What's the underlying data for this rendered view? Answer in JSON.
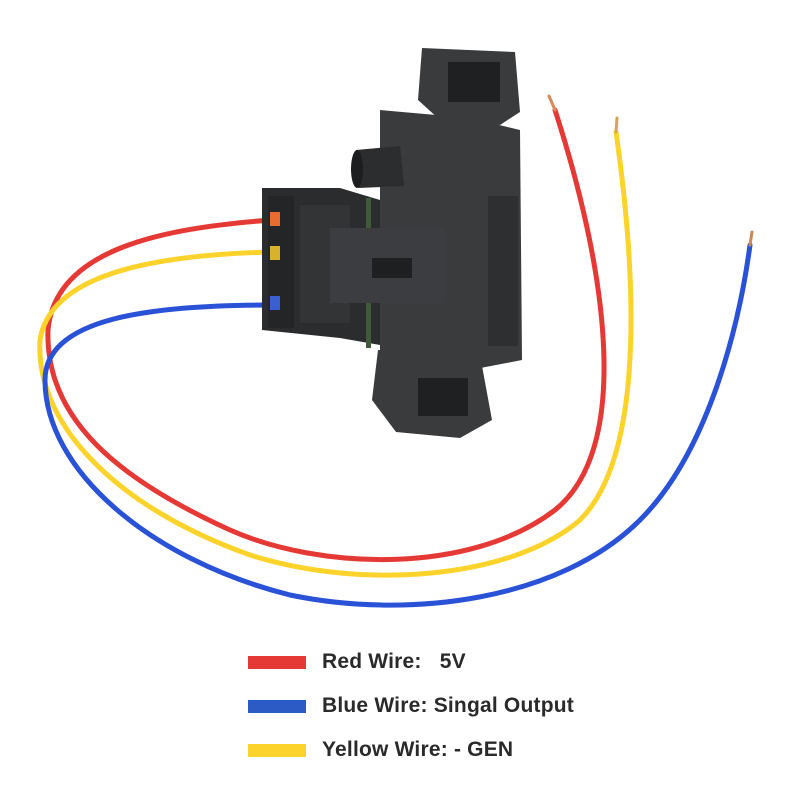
{
  "product": {
    "icon": "map-sensor-connector-pigtail",
    "connector_body_color": "#3a3b3d"
  },
  "wires": [
    {
      "id": "red",
      "color": "#e53935"
    },
    {
      "id": "yellow",
      "color": "#fbd32b"
    },
    {
      "id": "blue",
      "color": "#2a52d6"
    }
  ],
  "legend": {
    "items": [
      {
        "color": "#e53935",
        "label": "Red Wire:   5V"
      },
      {
        "color": "#2d5bc6",
        "label": "Blue Wire: Singal Output"
      },
      {
        "color": "#fbd32b",
        "label": "Yellow Wire: - GEN"
      }
    ]
  }
}
